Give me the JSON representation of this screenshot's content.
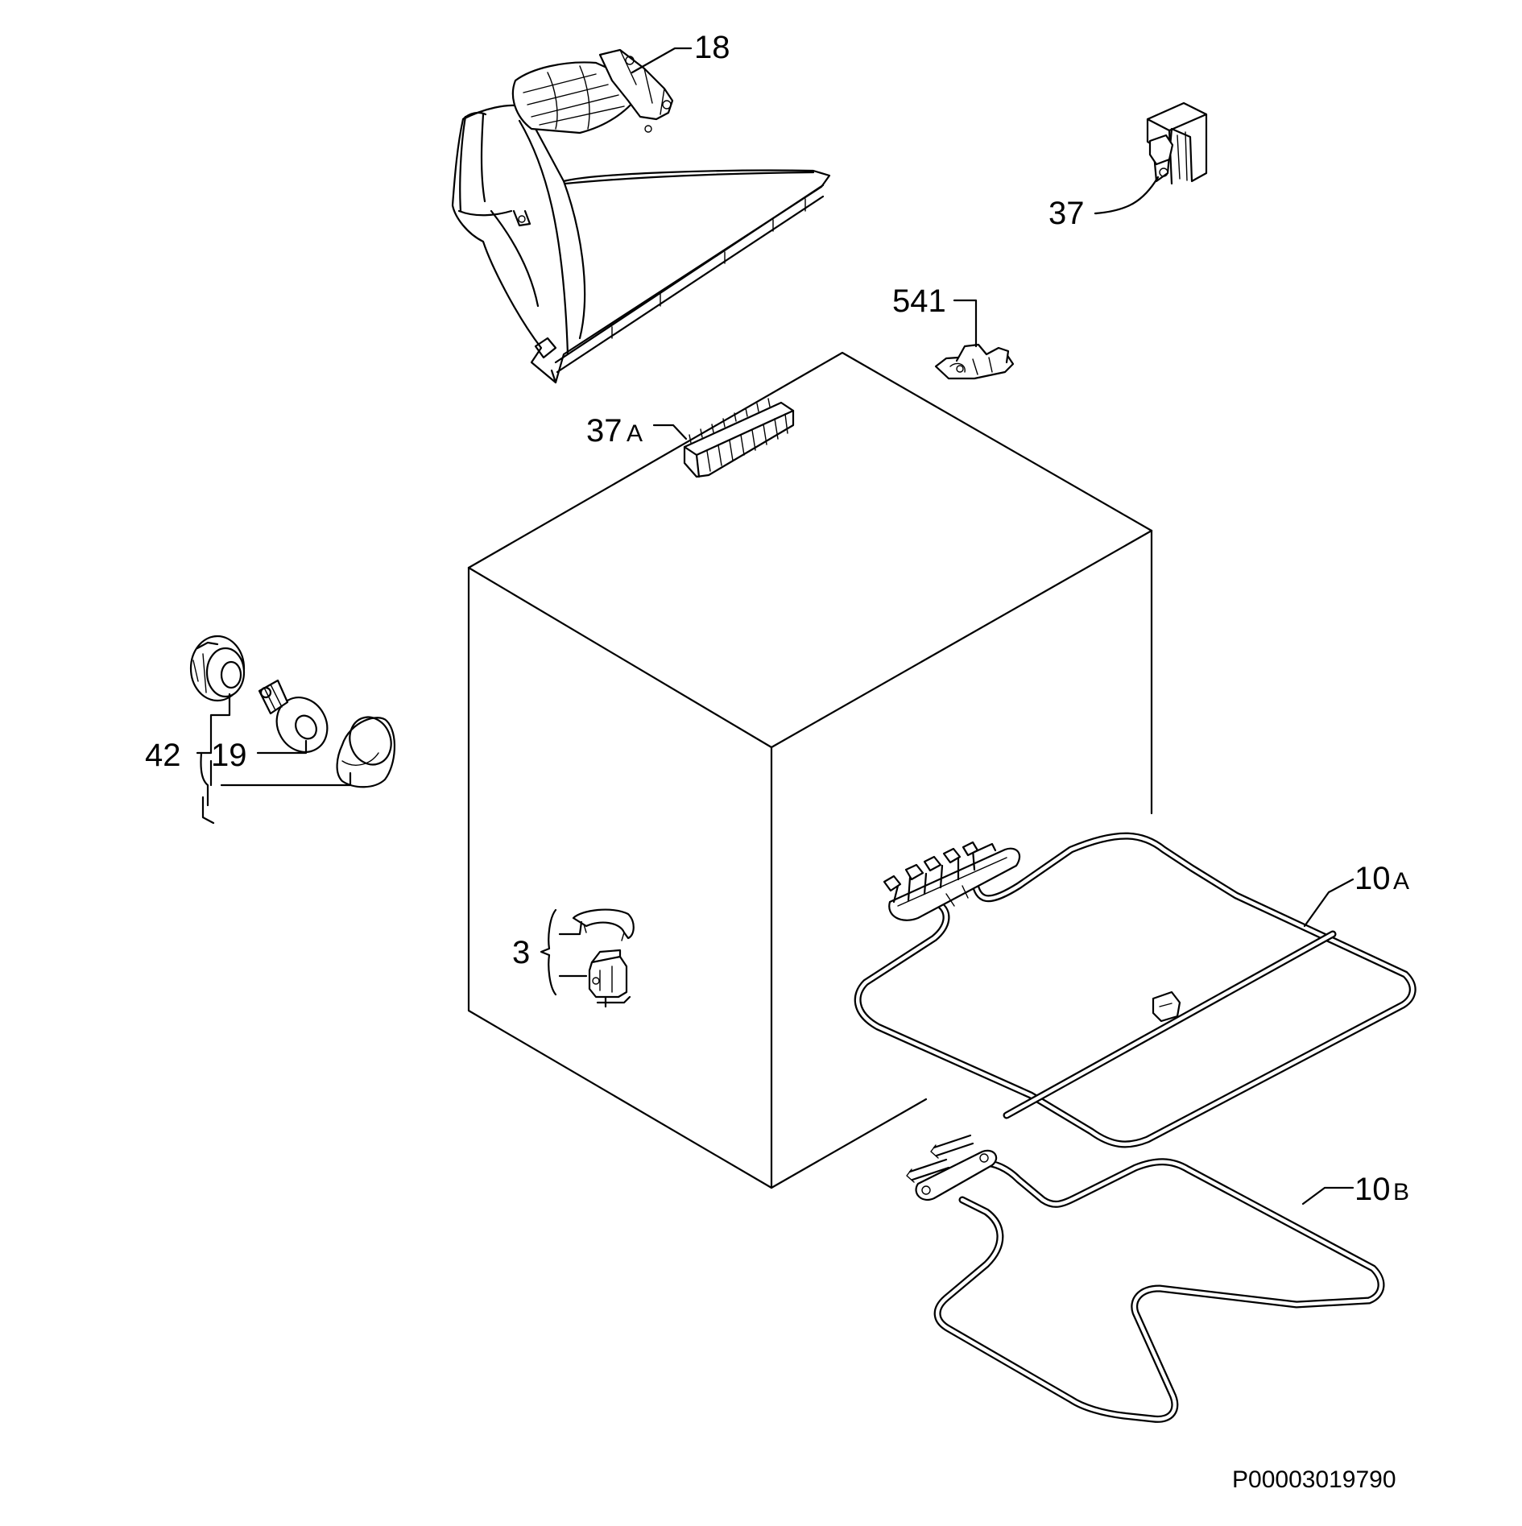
{
  "parts": [
    {
      "id": "fan-housing",
      "number": "18",
      "suffix": ""
    },
    {
      "id": "bracket",
      "number": "37",
      "suffix": ""
    },
    {
      "id": "clip-connector",
      "number": "541",
      "suffix": ""
    },
    {
      "id": "terminal-block",
      "number": "37",
      "suffix": "A"
    },
    {
      "id": "lamp-assembly",
      "number": "42",
      "suffix": ""
    },
    {
      "id": "lamp-bulb",
      "number": "19",
      "suffix": ""
    },
    {
      "id": "fastener-clips",
      "number": "3",
      "suffix": ""
    },
    {
      "id": "top-heating-element",
      "number": "10",
      "suffix": "A"
    },
    {
      "id": "bottom-heating-element",
      "number": "10",
      "suffix": "B"
    }
  ],
  "reference_code": "P00003019790"
}
